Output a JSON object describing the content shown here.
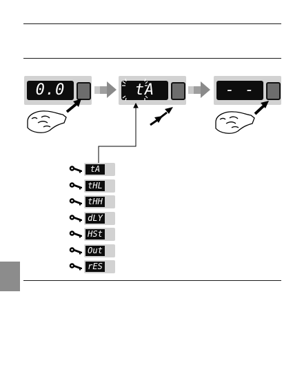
{
  "panels": [
    {
      "display": "0.0"
    },
    {
      "display": "tA"
    },
    {
      "display": "- - -"
    }
  ],
  "menu": [
    {
      "code": "tA"
    },
    {
      "code": "tHL"
    },
    {
      "code": "tHH"
    },
    {
      "code": "dLY"
    },
    {
      "code": "HSt"
    },
    {
      "code": "Out"
    },
    {
      "code": "rES"
    }
  ]
}
